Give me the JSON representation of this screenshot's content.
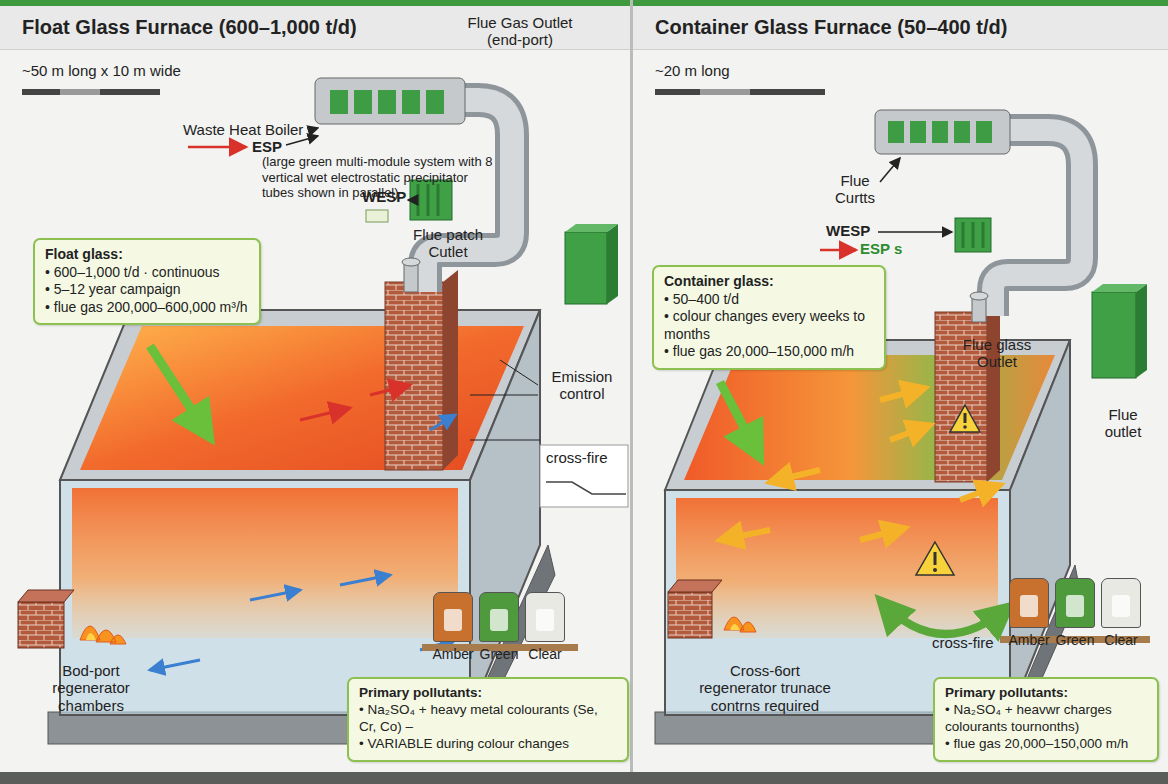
{
  "diagram": {
    "nodes": [
      {
        "text": [
          "Float Glass Furnace (600–1,000 t/d)"
        ]
      },
      {
        "text": [
          "Float glass:",
          "• 600–1,000 t/d · continuous",
          "• 5–12 year campaign",
          "• flue gas 200,000–600,000 m³/h"
        ]
      },
      {
        "text": [
          "Primary pollutants:",
          "• Na₂SO₄ + heavy metal colourants (Se, Cr, Co) –",
          "• VARIABLE during colour changes"
        ]
      },
      {
        "text": [
          "Container Glass Furnace (50–400 t/d)"
        ]
      },
      {
        "text": [
          "Container glass:",
          "• 50–400 t/d",
          "• colour changes every weeks to months",
          "• flue gas 20,000–150,000 m/h"
        ]
      },
      {
        "text": [
          "Primary pollutants:",
          "• Na₂SO₄ + heavwr charges colourants tournonths)",
          "• flue gas 20,000–150,000 m/h"
        ]
      }
    ],
    "labels": [
      "~50 m long x 10 m wide",
      "Flue Gas Outlet (end-port)",
      "Waste Heat Boiler",
      "ESP",
      "(large green multi-module system with 8 vertical wet electrostatic precipitator tubes shown in parallel)",
      "WESP",
      "Flue patch Cutlet",
      "Emission control",
      "cross-fire",
      "Bod-port regenerator chambers",
      "~20 m long",
      "Flue Curtts",
      "WESP",
      "ESP s",
      "Flue glass Outlet",
      "Flue outlet",
      "cross-fire",
      "Cross-6ort regenerator trunace contrns required"
    ],
    "legend": [
      {
        "text": "Amber",
        "color": "#c8702e"
      },
      {
        "text": "Green",
        "color": "#4e9a3c"
      },
      {
        "text": "Clear",
        "color": "#e9e9e4"
      },
      {
        "text": "Amber",
        "color": "#c8702e"
      },
      {
        "text": "Green",
        "color": "#4e9a3c"
      },
      {
        "text": "Clear",
        "color": "#e9e9e4"
      }
    ]
  }
}
